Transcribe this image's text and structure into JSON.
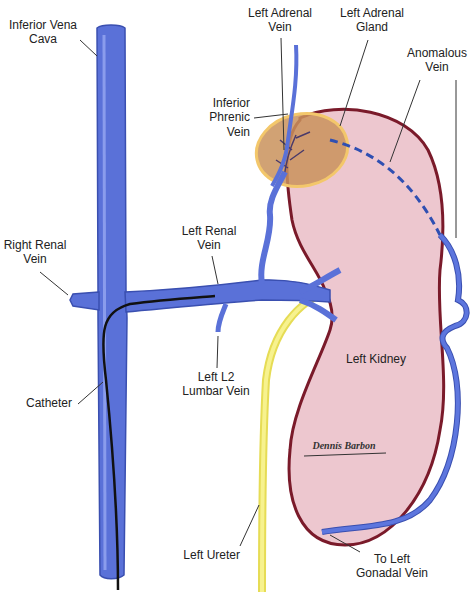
{
  "diagram": {
    "labels": [
      "Inferior Vena Cava",
      "Left Adrenal Vein",
      "Left Adrenal Gland",
      "Inferior Phrenic Vein",
      "Anomalous Vein",
      "Right Renal Vein",
      "Left Renal Vein",
      "Left L2 Lumbar Vein",
      "Left Kidney",
      "Catheter",
      "Left Ureter",
      "To Left Gonadal Vein",
      "Dennís Barbon"
    ]
  }
}
